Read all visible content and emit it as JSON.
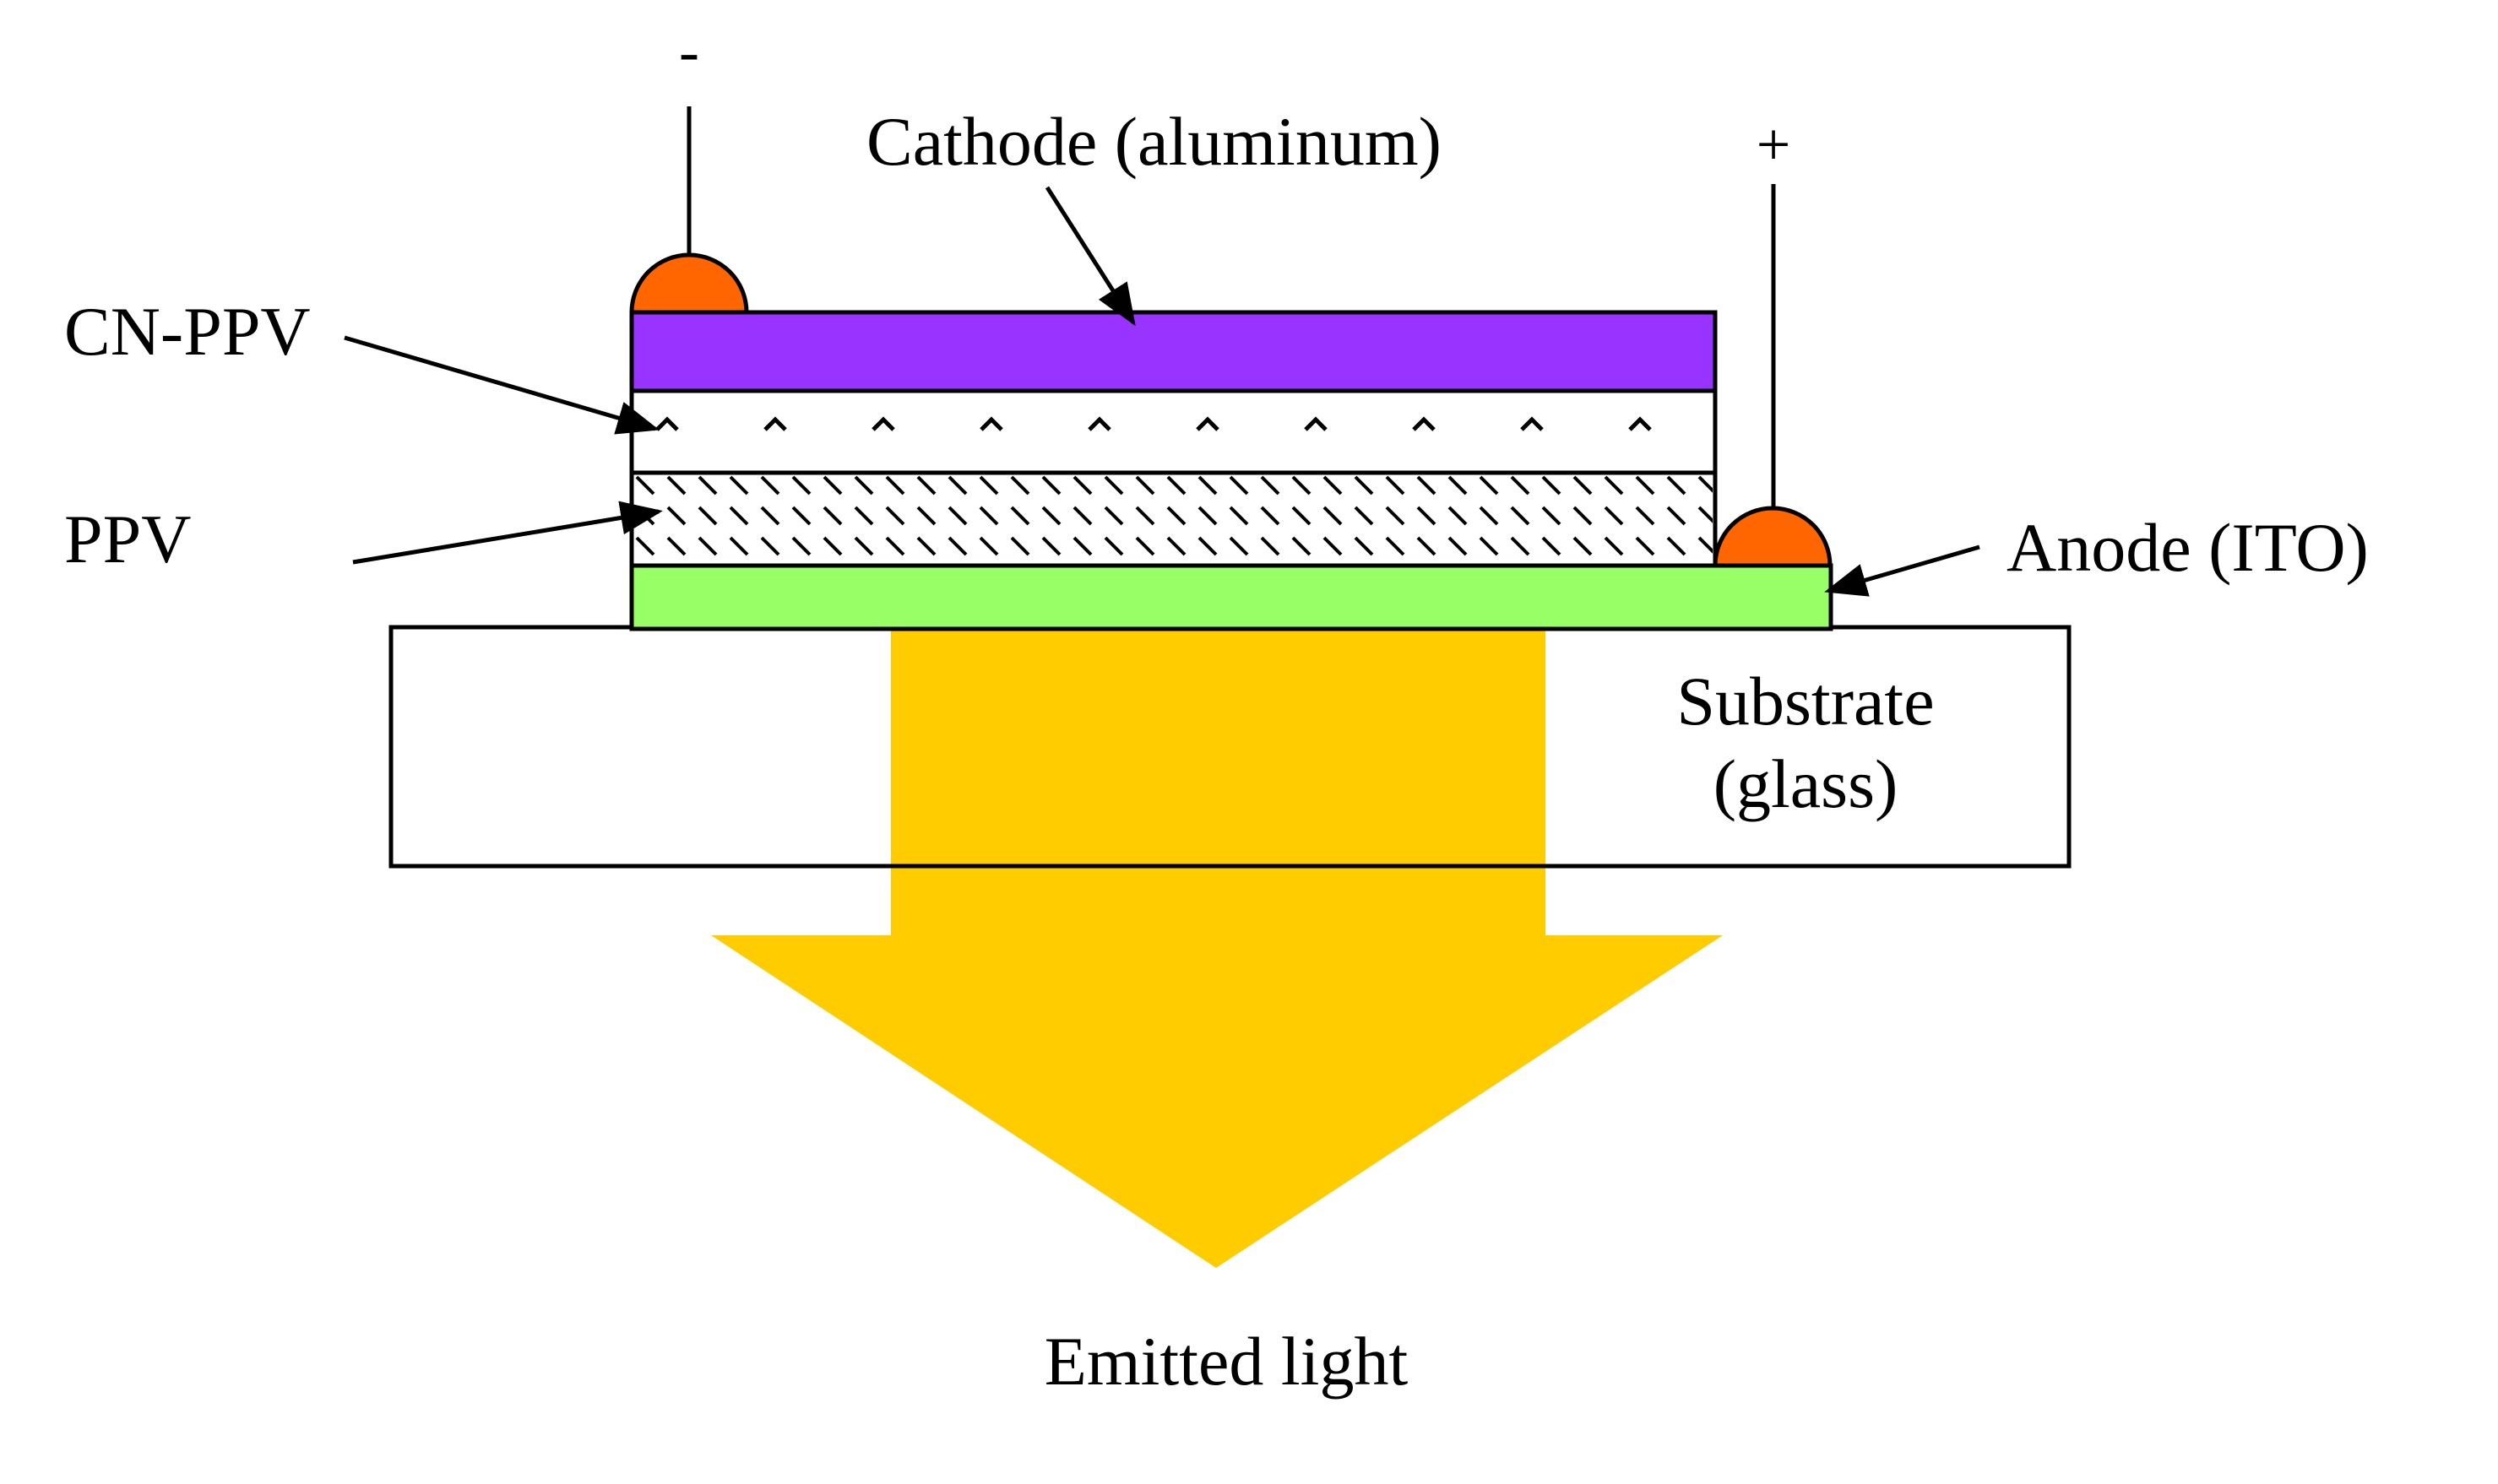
{
  "labels": {
    "cathode": "Cathode (aluminum)",
    "cn_ppv": "CN-PPV",
    "ppv": "PPV",
    "anode": "Anode (ITO)",
    "substrate_line1": "Substrate",
    "substrate_line2": "(glass)",
    "emitted_light": "Emitted light",
    "negative_terminal": "-",
    "positive_terminal": "+"
  },
  "colors": {
    "cathode": "#9933ff",
    "anode": "#99ff66",
    "contact": "#ff6600",
    "light": "#ffcc00",
    "outline": "#000000",
    "background": "#ffffff"
  }
}
